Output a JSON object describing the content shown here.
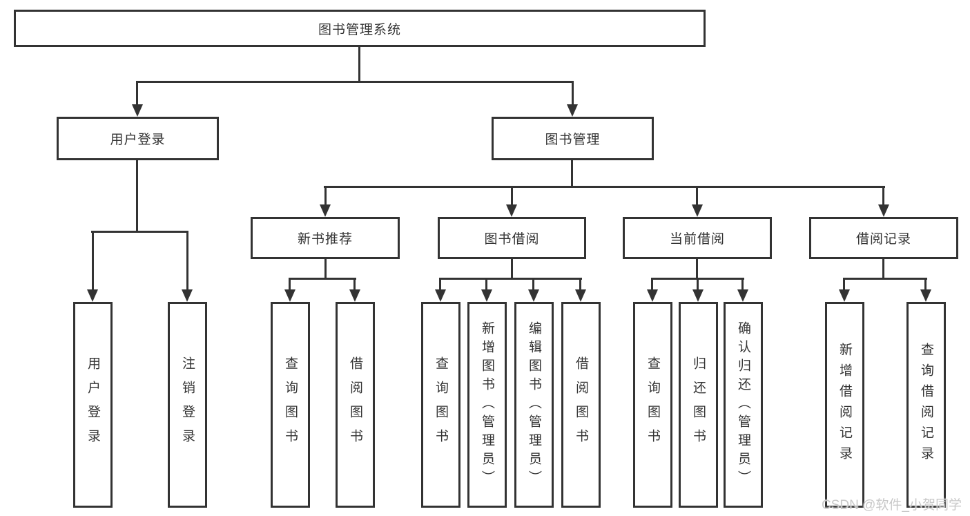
{
  "diagram_title": "图书管理系统",
  "colors": {
    "line": "#333333",
    "box_background": "#ffffff",
    "text": "#333333",
    "watermark": "#c8c8c8"
  },
  "tree": {
    "root": {
      "label": "图书管理系统",
      "children": [
        {
          "label": "用户登录",
          "children": [
            {
              "label": "用户登录"
            },
            {
              "label": "注销登录"
            }
          ]
        },
        {
          "label": "图书管理",
          "children": [
            {
              "label": "新书推荐",
              "children": [
                {
                  "label": "查询图书"
                },
                {
                  "label": "借阅图书"
                }
              ]
            },
            {
              "label": "图书借阅",
              "children": [
                {
                  "label": "查询图书"
                },
                {
                  "label": "新增图书（管理员）"
                },
                {
                  "label": "编辑图书（管理员）"
                },
                {
                  "label": "借阅图书"
                }
              ]
            },
            {
              "label": "当前借阅",
              "children": [
                {
                  "label": "查询图书"
                },
                {
                  "label": "归还图书"
                },
                {
                  "label": "确认归还（管理员）"
                }
              ]
            },
            {
              "label": "借阅记录",
              "children": [
                {
                  "label": "新增借阅记录"
                },
                {
                  "label": "查询借阅记录"
                }
              ]
            }
          ]
        }
      ]
    }
  },
  "watermark": {
    "text": "CSDN @软件_小贺同学"
  }
}
